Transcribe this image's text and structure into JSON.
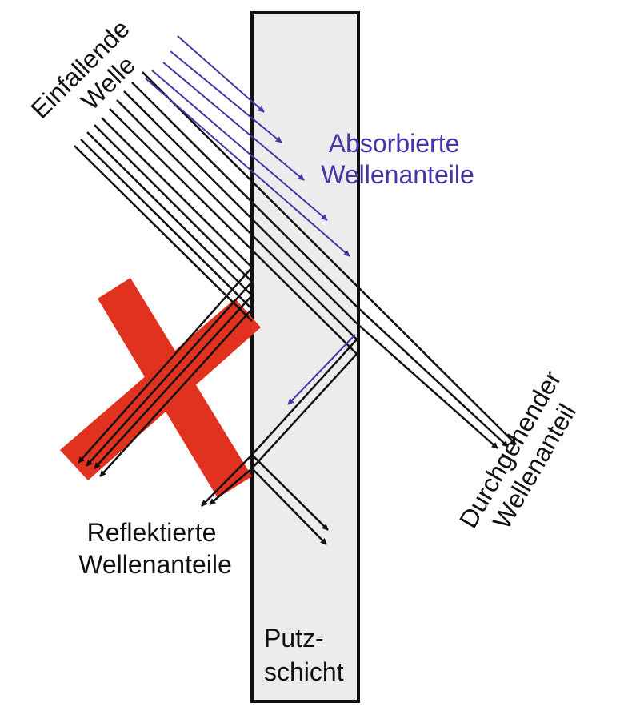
{
  "labels": {
    "incident_line1": "Einfallende",
    "incident_line2": "Welle",
    "absorbed_line1": "Absorbierte",
    "absorbed_line2": "Wellenanteile",
    "transmitted_line1": "Durchgehender",
    "transmitted_line2": "Wellenanteil",
    "reflected_line1": "Reflektierte",
    "reflected_line2": "Wellenanteile",
    "layer_line1": "Putz-",
    "layer_line2": "schicht"
  },
  "colors": {
    "ray": "#111111",
    "absorbed": "#4634a8",
    "cross": "#e1311f",
    "layer_fill": "#ececec",
    "layer_stroke": "#111111"
  }
}
